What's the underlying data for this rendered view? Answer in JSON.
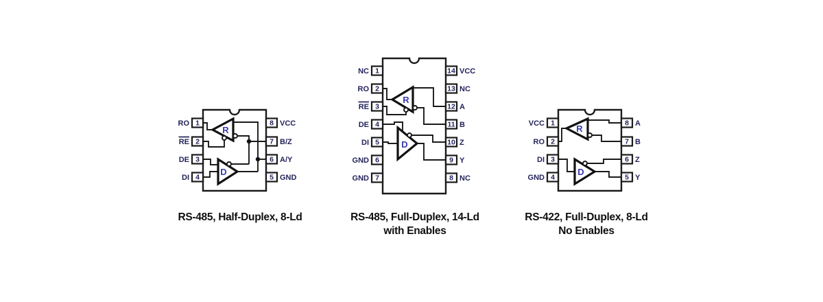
{
  "colors": {
    "background": "#ffffff",
    "line": "#1a1a1a",
    "pin_text": "#23235c",
    "gate_text": "#3a3ab0",
    "caption_text": "#0f0f0f"
  },
  "diagrams": [
    {
      "caption_line1": "RS-485, Half-Duplex, 8-Ld",
      "caption_line2": "",
      "receiver_label": "R",
      "driver_label": "D",
      "left_pins": [
        {
          "name": "RO",
          "num": "1"
        },
        {
          "name": "RE",
          "num": "2",
          "overline": true
        },
        {
          "name": "DE",
          "num": "3"
        },
        {
          "name": "DI",
          "num": "4"
        }
      ],
      "right_pins": [
        {
          "num": "8",
          "name": "VCC"
        },
        {
          "num": "7",
          "name": "B/Z"
        },
        {
          "num": "6",
          "name": "A/Y"
        },
        {
          "num": "5",
          "name": "GND"
        }
      ]
    },
    {
      "caption_line1": "RS-485, Full-Duplex, 14-Ld",
      "caption_line2": "with Enables",
      "receiver_label": "R",
      "driver_label": "D",
      "left_pins": [
        {
          "name": "NC",
          "num": "1"
        },
        {
          "name": "RO",
          "num": "2"
        },
        {
          "name": "RE",
          "num": "3",
          "overline": true
        },
        {
          "name": "DE",
          "num": "4"
        },
        {
          "name": "DI",
          "num": "5"
        },
        {
          "name": "GND",
          "num": "6"
        },
        {
          "name": "GND",
          "num": "7"
        }
      ],
      "right_pins": [
        {
          "num": "14",
          "name": "VCC"
        },
        {
          "num": "13",
          "name": "NC"
        },
        {
          "num": "12",
          "name": "A"
        },
        {
          "num": "11",
          "name": "B"
        },
        {
          "num": "10",
          "name": "Z"
        },
        {
          "num": "9",
          "name": "Y"
        },
        {
          "num": "8",
          "name": "NC"
        }
      ]
    },
    {
      "caption_line1": "RS-422, Full-Duplex, 8-Ld",
      "caption_line2": "No Enables",
      "receiver_label": "R",
      "driver_label": "D",
      "left_pins": [
        {
          "name": "VCC",
          "num": "1"
        },
        {
          "name": "RO",
          "num": "2"
        },
        {
          "name": "DI",
          "num": "3"
        },
        {
          "name": "GND",
          "num": "4"
        }
      ],
      "right_pins": [
        {
          "num": "8",
          "name": "A"
        },
        {
          "num": "7",
          "name": "B"
        },
        {
          "num": "6",
          "name": "Z"
        },
        {
          "num": "5",
          "name": "Y"
        }
      ]
    }
  ]
}
